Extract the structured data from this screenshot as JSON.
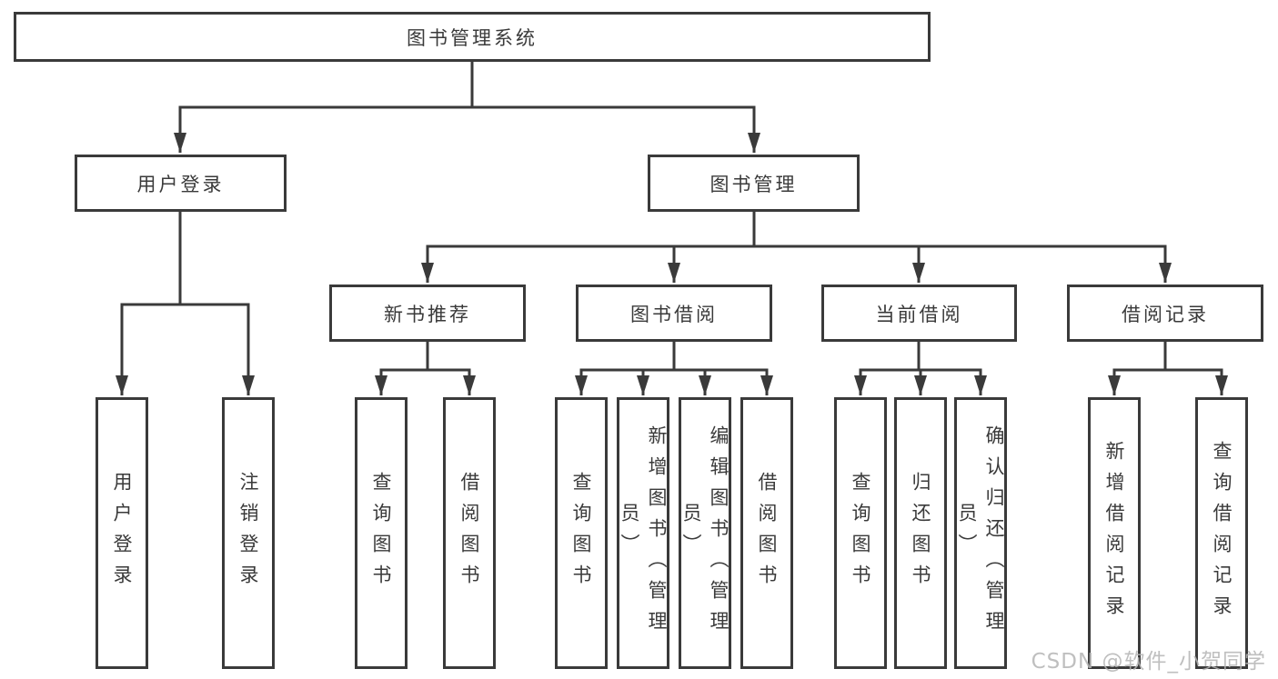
{
  "colors": {
    "background": "#ffffff",
    "line": "#3a3a3a",
    "box_border": "#3a3a3a",
    "text": "#3a3a3a",
    "watermark": "#b4b4b4"
  },
  "tree": {
    "label": "图书管理系统",
    "children": [
      {
        "label": "用户登录",
        "children": [
          {
            "label": "用户登录"
          },
          {
            "label": "注销登录"
          }
        ]
      },
      {
        "label": "图书管理",
        "children": [
          {
            "label": "新书推荐",
            "children": [
              {
                "label": "查询图书"
              },
              {
                "label": "借阅图书"
              }
            ]
          },
          {
            "label": "图书借阅",
            "children": [
              {
                "label": "查询图书"
              },
              {
                "label": "新增图书（管理员）"
              },
              {
                "label": "编辑图书（管理员）"
              },
              {
                "label": "借阅图书"
              }
            ]
          },
          {
            "label": "当前借阅",
            "children": [
              {
                "label": "查询图书"
              },
              {
                "label": "归还图书"
              },
              {
                "label": "确认归还（管理员）"
              }
            ]
          },
          {
            "label": "借阅记录",
            "children": [
              {
                "label": "新增借阅记录"
              },
              {
                "label": "查询借阅记录"
              }
            ]
          }
        ]
      }
    ]
  },
  "watermark": "CSDN @软件_小贺同学"
}
